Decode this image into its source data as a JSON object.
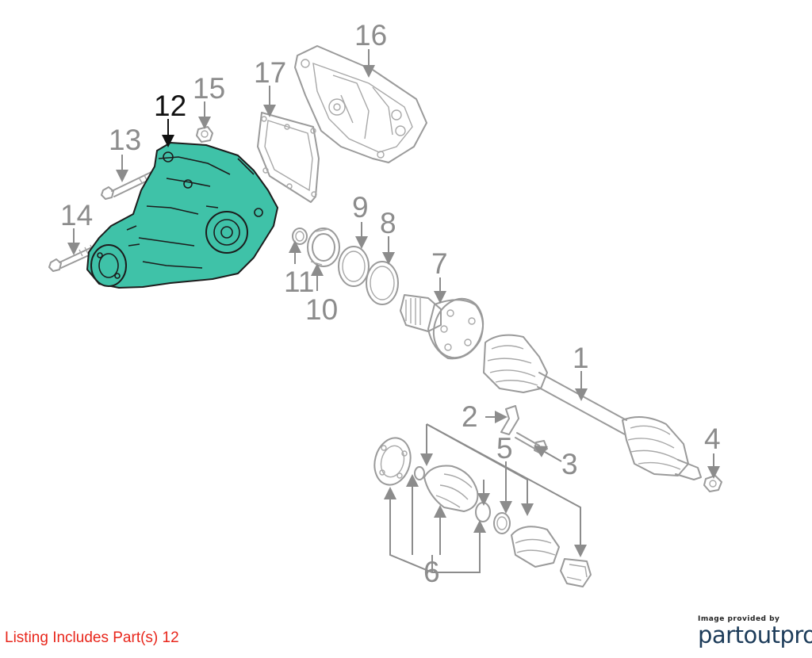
{
  "callouts": {
    "c1": "1",
    "c2": "2",
    "c3": "3",
    "c4": "4",
    "c5": "5",
    "c6": "6",
    "c7": "7",
    "c8": "8",
    "c9": "9",
    "c10": "10",
    "c11": "11",
    "c12": "12",
    "c13": "13",
    "c14": "14",
    "c15": "15",
    "c16": "16",
    "c17": "17"
  },
  "highlighted_part": "12",
  "highlight_color": "#3fc2a8",
  "listing_text": "Listing Includes Part(s) 12",
  "listing_color": "#e8261b",
  "brand": {
    "caption": "Image provided by",
    "name": "partoutpro"
  }
}
